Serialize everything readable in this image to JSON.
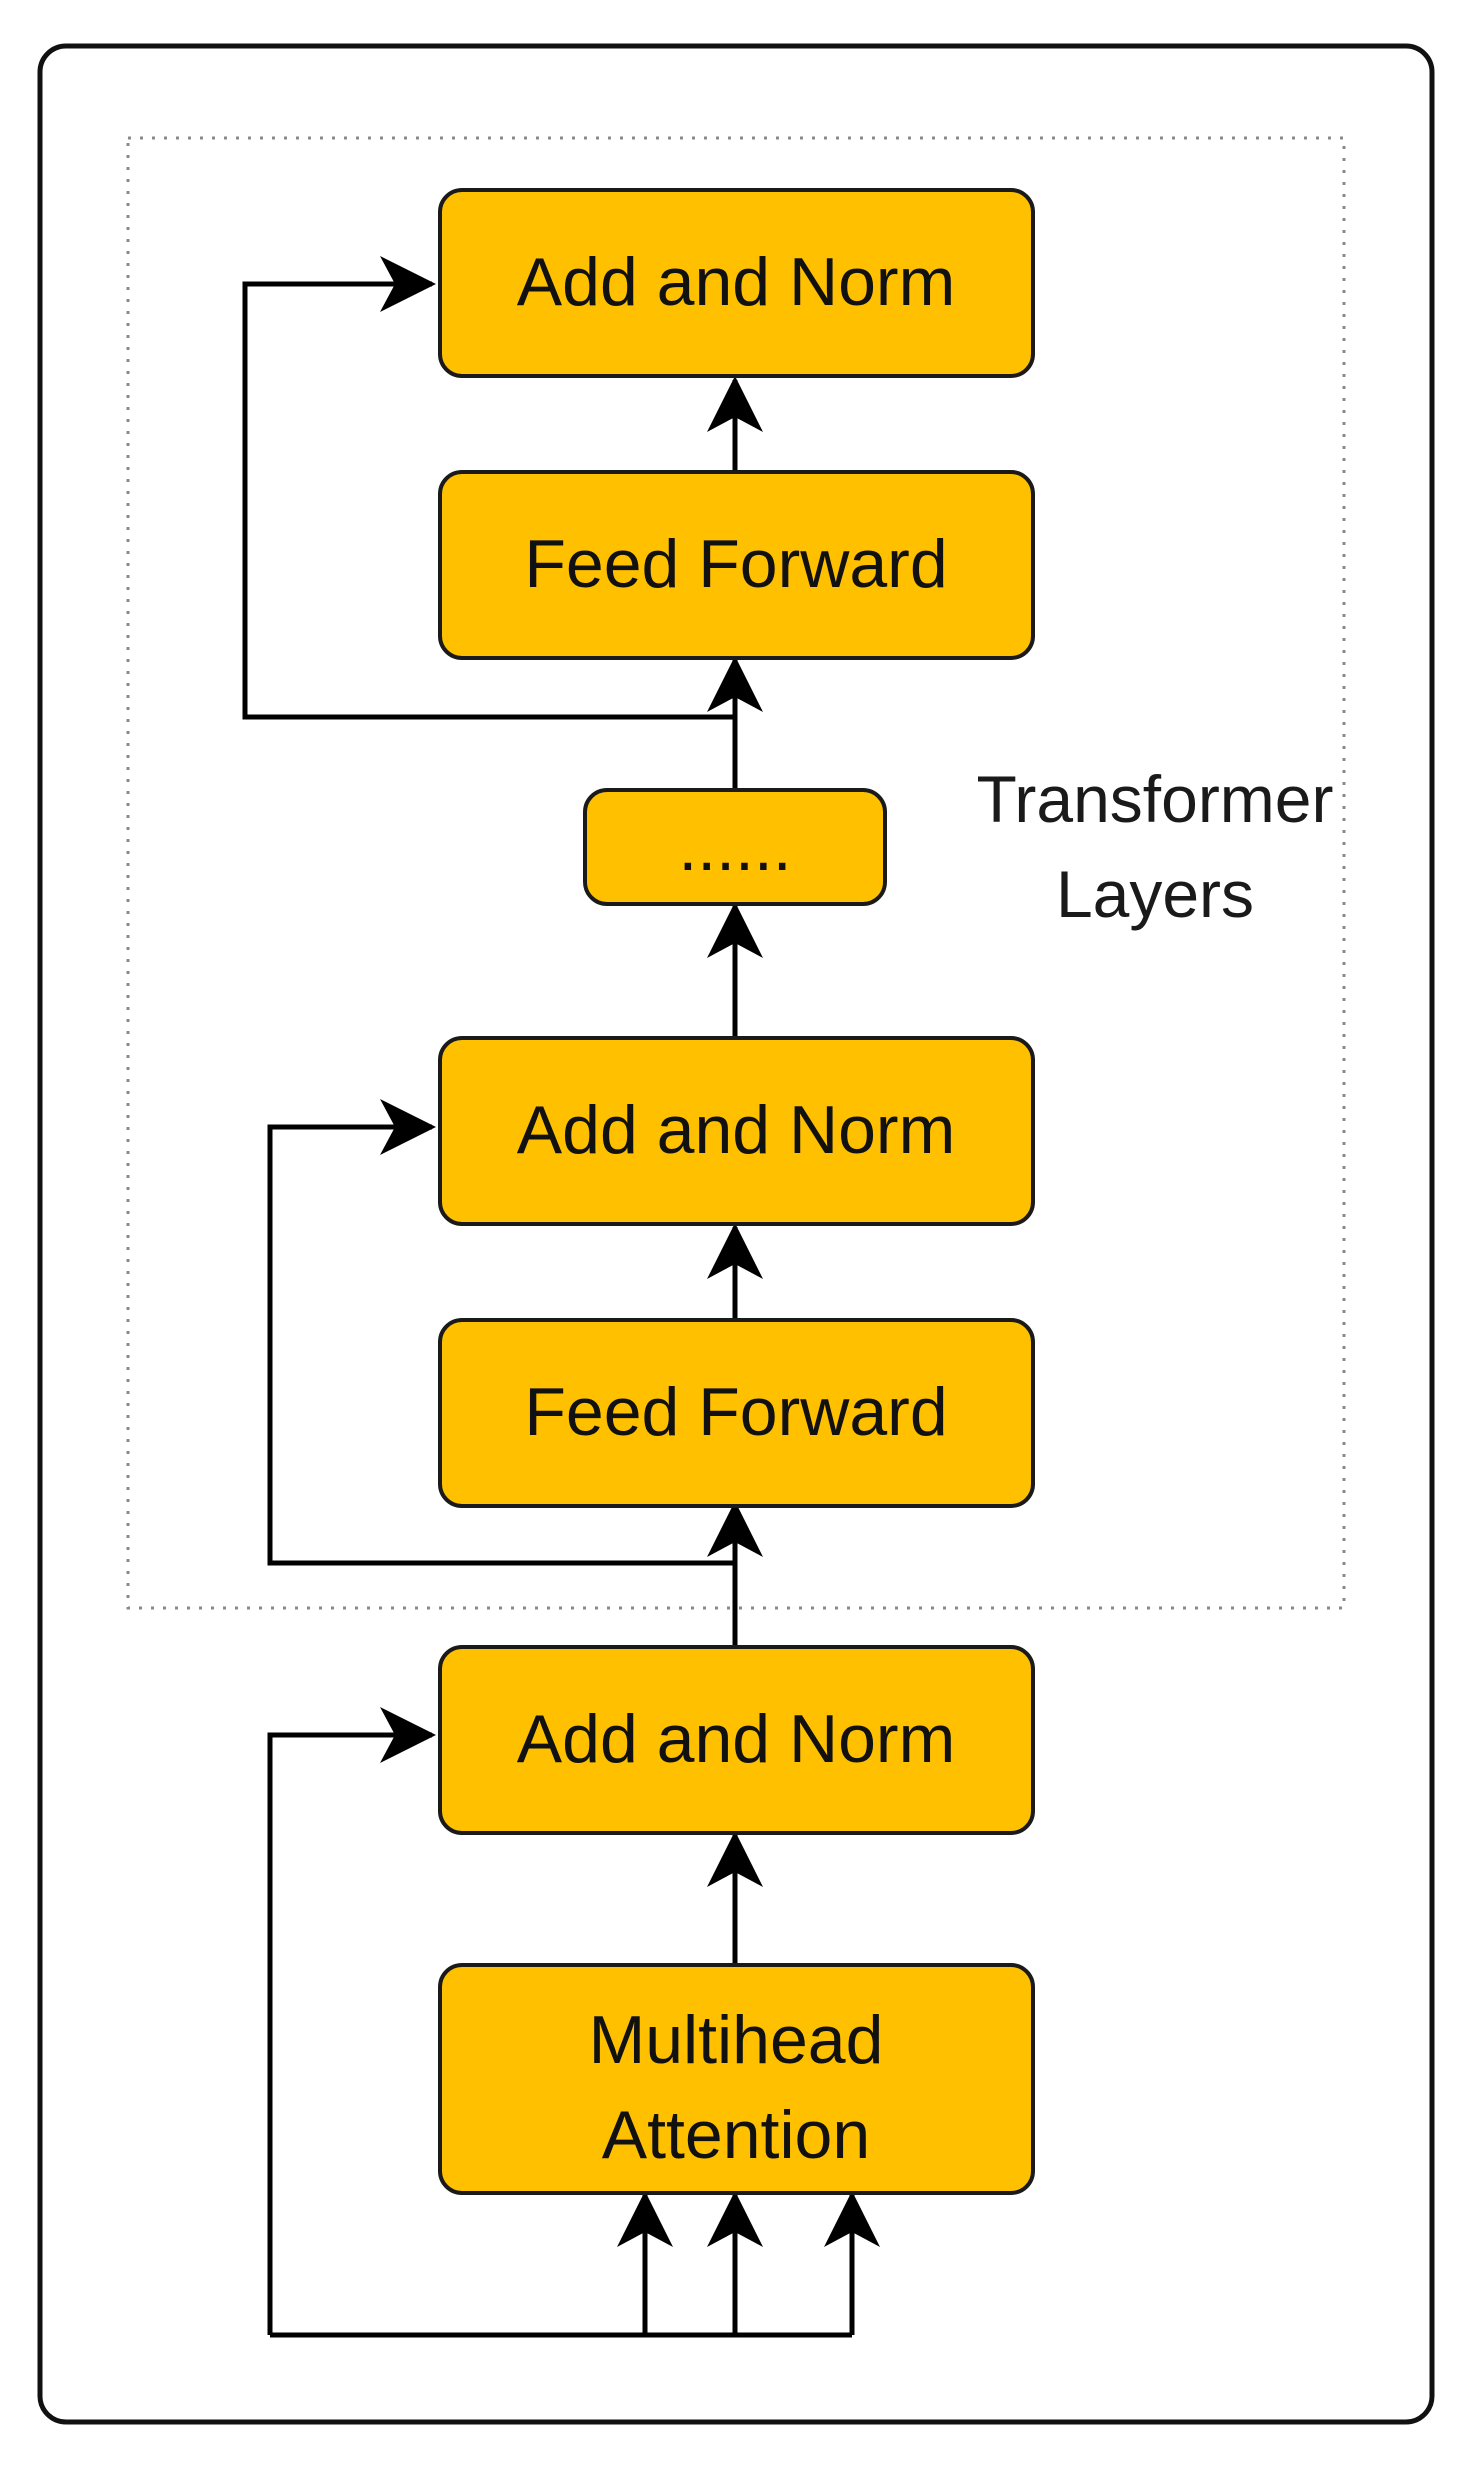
{
  "diagram": {
    "group_label_line1": "Transformer",
    "group_label_line2": "Layers",
    "blocks": {
      "top_add_norm": "Add and Norm",
      "top_feed_forward": "Feed Forward",
      "ellipsis": "......",
      "mid_add_norm": "Add and Norm",
      "mid_feed_forward": "Feed Forward",
      "bottom_add_norm": "Add and Norm",
      "attention_line1": "Multihead",
      "attention_line2": "Attention"
    }
  },
  "colors": {
    "block_fill": "#ffc000",
    "block_border": "#1a1a1a",
    "arrow": "#000000",
    "group_border": "#8a8a8a"
  }
}
